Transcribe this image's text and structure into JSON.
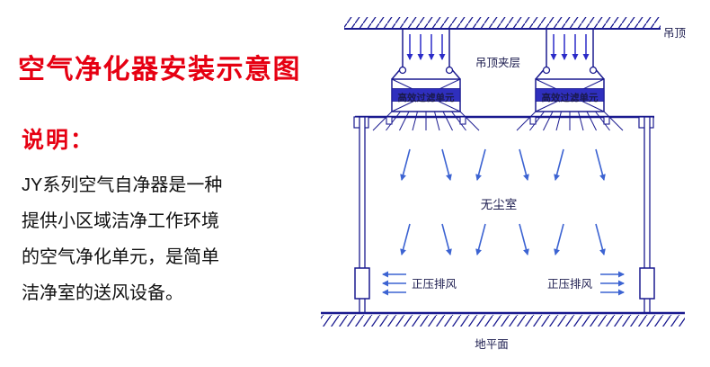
{
  "title": "空气净化器安装示意图",
  "description": {
    "heading": "说明：",
    "lines": [
      "JY系列空气自净器是一种",
      "提供小区域洁净工作环境",
      "的空气净化单元，是简单",
      "洁净室的送风设备。"
    ]
  },
  "diagram": {
    "ceiling_label": "吊顶",
    "plenum_label": "吊顶夹层",
    "filter_unit_label": "高效过滤单元",
    "cleanroom_label": "无尘室",
    "exhaust_left_label": "正压排风",
    "exhaust_right_label": "正压排风",
    "ground_label": "地平面"
  },
  "colors": {
    "title_red": "#e60012",
    "diagram_navy": "#1a1a8f",
    "arrow_blue": "#3c63d2",
    "duct_arrow_blue": "#2a2ac8",
    "filter_band_blue": "#2f2fbe"
  }
}
